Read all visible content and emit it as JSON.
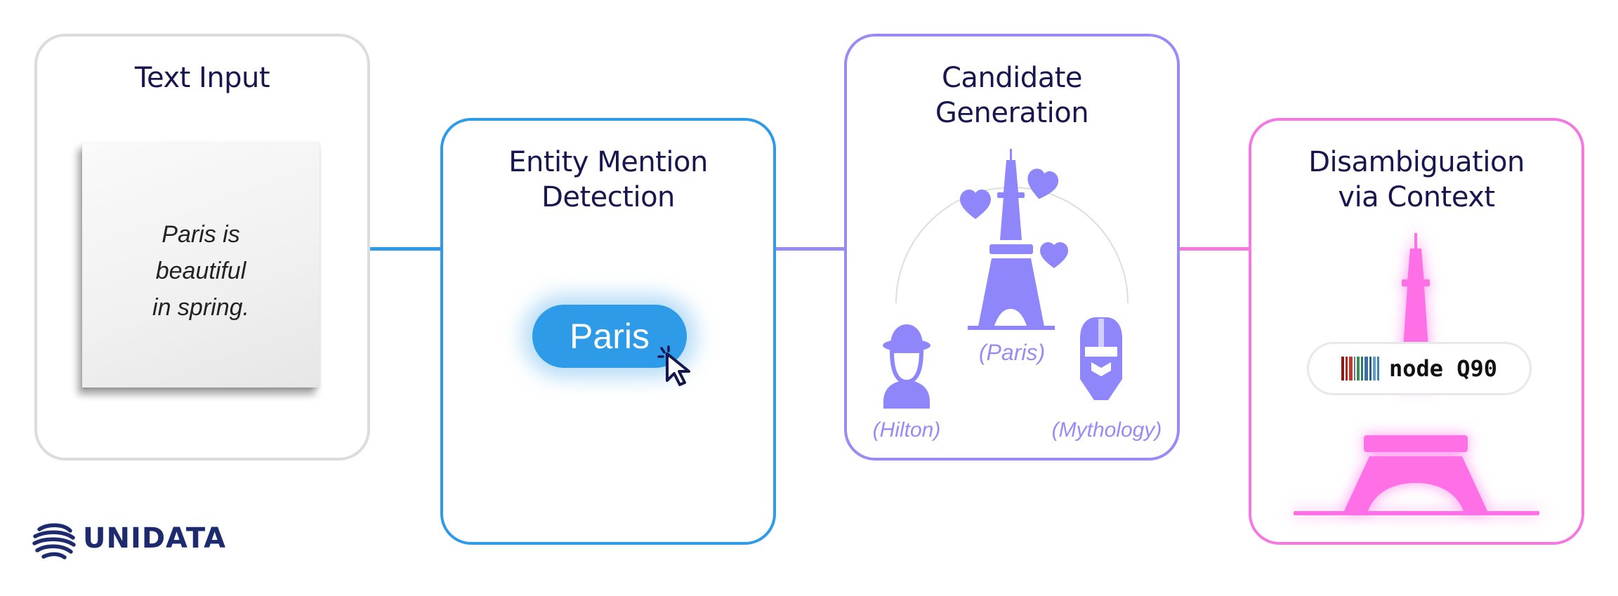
{
  "colors": {
    "gray": "#d9d9d9",
    "blue": "#2e9be8",
    "purple": "#978cf5",
    "pink": "#f578e0",
    "navy": "#17164f",
    "pink_fill": "#ff6fe6",
    "purple_fill": "#8f86fb"
  },
  "stages": {
    "input": {
      "title_lines": [
        "Text Input"
      ],
      "note_lines": [
        "Paris is",
        "beautiful",
        "in spring."
      ]
    },
    "detection": {
      "title_lines": [
        "Entity Mention",
        "Detection"
      ],
      "chip": "Paris"
    },
    "candidates": {
      "title_lines": [
        "Candidate",
        "Generation"
      ],
      "labels": {
        "paris": "(Paris)",
        "hilton": "(Hilton)",
        "mythology": "(Mythology)"
      }
    },
    "disambiguation": {
      "title_lines": [
        "Disambiguation",
        "via Context"
      ],
      "node_text": "node Q90"
    }
  },
  "brand": {
    "name": "UNIDATA"
  },
  "icons": [
    "cursor-icon",
    "eiffel-tower-icon",
    "heart-icon",
    "person-hat-icon",
    "knight-helmet-icon",
    "barcode-icon",
    "globe-logo-icon"
  ]
}
